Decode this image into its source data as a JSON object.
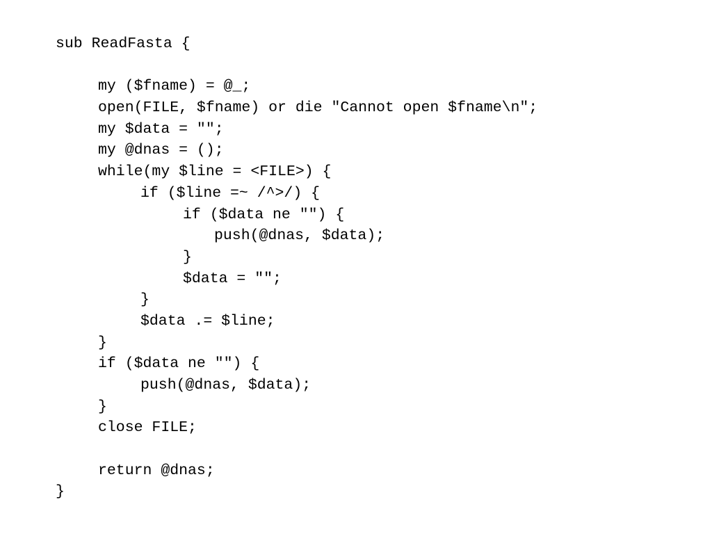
{
  "code": {
    "lines": [
      "sub ReadFasta {",
      "",
      "my ($fname) = @_;",
      "open(FILE, $fname) or die \"Cannot open $fname\\n\";",
      "my $data = \"\";",
      "my @dnas = ();",
      "while(my $line = <FILE>) {",
      "if ($line =~ /^>/) {",
      "if ($data ne \"\") {",
      "push(@dnas, $data);",
      "}",
      "$data = \"\";",
      "}",
      "$data .= $line;",
      "}",
      "if ($data ne \"\") {",
      "push(@dnas, $data);",
      "}",
      "close FILE;",
      "",
      "return @dnas;",
      "}"
    ]
  }
}
